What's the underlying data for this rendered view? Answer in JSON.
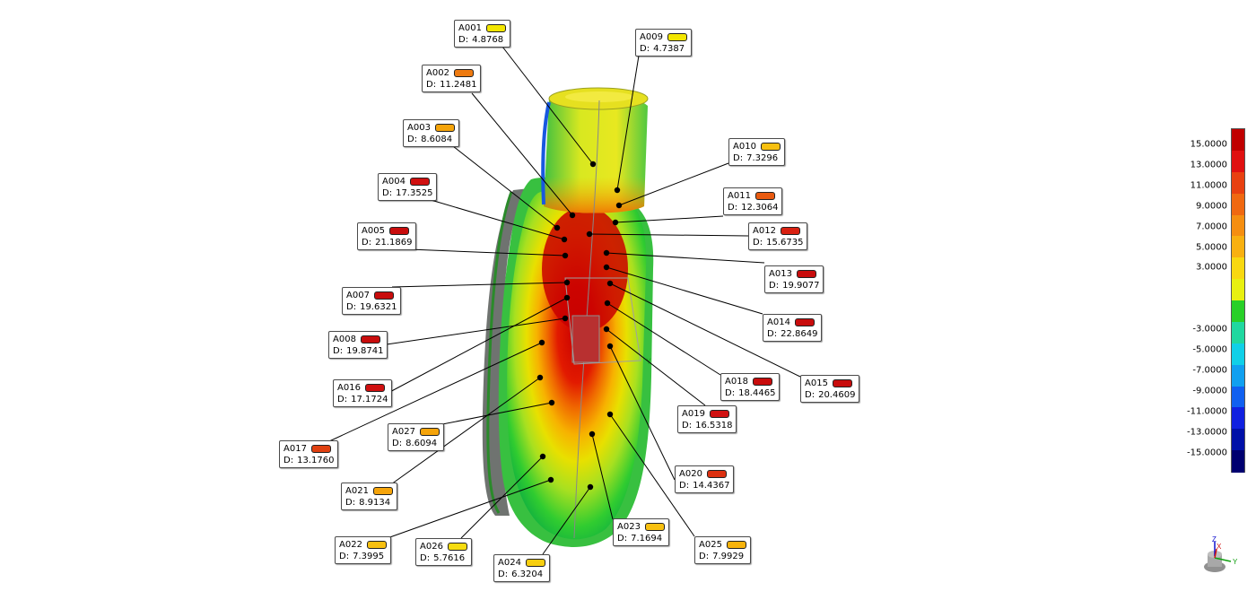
{
  "callouts": [
    {
      "id": "A001",
      "d": "4.8768",
      "color": "#f3e600"
    },
    {
      "id": "A002",
      "d": "11.2481",
      "color": "#ee7a10"
    },
    {
      "id": "A003",
      "d": "8.6084",
      "color": "#f5a40a"
    },
    {
      "id": "A004",
      "d": "17.3525",
      "color": "#d01010"
    },
    {
      "id": "A005",
      "d": "21.1869",
      "color": "#c80c0c"
    },
    {
      "id": "A007",
      "d": "19.6321",
      "color": "#c80c0c"
    },
    {
      "id": "A008",
      "d": "19.8741",
      "color": "#c80c0c"
    },
    {
      "id": "A009",
      "d": "4.7387",
      "color": "#f3e600"
    },
    {
      "id": "A010",
      "d": "7.3296",
      "color": "#f8c010"
    },
    {
      "id": "A011",
      "d": "12.3064",
      "color": "#e85a10"
    },
    {
      "id": "A012",
      "d": "15.6735",
      "color": "#d82010"
    },
    {
      "id": "A013",
      "d": "19.9077",
      "color": "#c80c0c"
    },
    {
      "id": "A014",
      "d": "22.8649",
      "color": "#c80c0c"
    },
    {
      "id": "A015",
      "d": "20.4609",
      "color": "#c80c0c"
    },
    {
      "id": "A016",
      "d": "17.1724",
      "color": "#d01010"
    },
    {
      "id": "A017",
      "d": "13.1760",
      "color": "#e04010"
    },
    {
      "id": "A018",
      "d": "18.4465",
      "color": "#c80c0c"
    },
    {
      "id": "A019",
      "d": "16.5318",
      "color": "#d01010"
    },
    {
      "id": "A020",
      "d": "14.4367",
      "color": "#dc3010"
    },
    {
      "id": "A021",
      "d": "8.9134",
      "color": "#f5a40a"
    },
    {
      "id": "A022",
      "d": "7.3995",
      "color": "#f8c010"
    },
    {
      "id": "A023",
      "d": "7.1694",
      "color": "#f8c010"
    },
    {
      "id": "A024",
      "d": "6.3204",
      "color": "#f8cf10"
    },
    {
      "id": "A025",
      "d": "7.9929",
      "color": "#f7b30c"
    },
    {
      "id": "A026",
      "d": "5.7616",
      "color": "#f6dc10"
    },
    {
      "id": "A027",
      "d": "8.6094",
      "color": "#f5a40a"
    }
  ],
  "d_prefix": "D:",
  "legend": {
    "ticks": [
      "15.0000",
      "13.0000",
      "11.0000",
      "9.0000",
      "7.0000",
      "5.0000",
      "3.0000",
      "-3.0000",
      "-5.0000",
      "-7.0000",
      "-9.0000",
      "-11.0000",
      "-13.0000",
      "-15.0000"
    ],
    "colors": [
      "#c00000",
      "#e01010",
      "#e84010",
      "#f06810",
      "#f58e10",
      "#f8b010",
      "#f8d810",
      "#e8f010",
      "#28d028",
      "#20d8a0",
      "#10d0e8",
      "#10a0f0",
      "#1060f0",
      "#1020e0",
      "#0010a8",
      "#000070"
    ]
  },
  "triad": {
    "z": "Z",
    "y": "Y",
    "x": "X"
  },
  "part_axis_label": "Y"
}
